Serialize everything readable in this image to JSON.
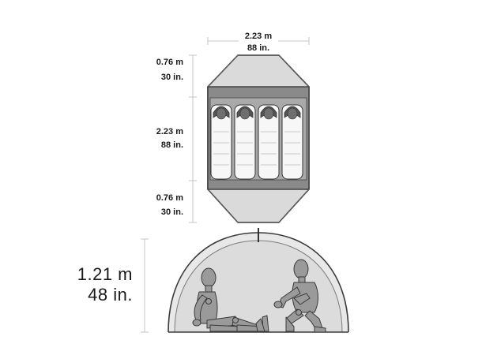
{
  "floor_plan": {
    "width": {
      "metric": "2.23 m",
      "imperial": "88 in."
    },
    "vestibule_front": {
      "metric": "0.76 m",
      "imperial": "30 in."
    },
    "inner_length": {
      "metric": "2.23 m",
      "imperial": "88 in."
    },
    "vestibule_back": {
      "metric": "0.76 m",
      "imperial": "30 in."
    },
    "sleeping_bags": 4
  },
  "cross_section": {
    "peak_height": {
      "metric": "1.21 m",
      "imperial": "48 in."
    },
    "occupants": [
      "seated-figure",
      "crouching-figure"
    ]
  },
  "colors": {
    "fly_fill": "#dadada",
    "inner_fill": "#8a8a8a",
    "outline": "#3a3a3a",
    "dome_fill": "#e3e3e3",
    "figure_fill": "#9a9a9a"
  }
}
